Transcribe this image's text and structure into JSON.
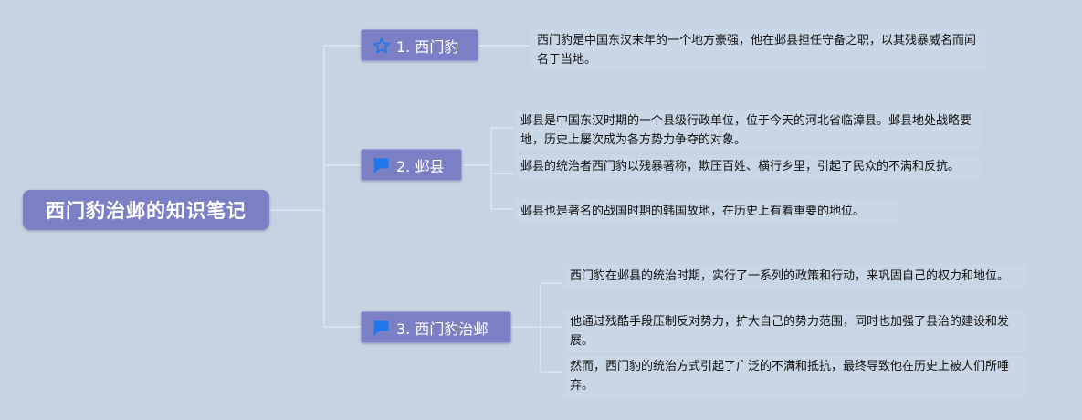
{
  "colors": {
    "background": "#c5d3e2",
    "node_fill": "#7b7fc4",
    "connector": "#dfe7ef",
    "icon_blue": "#1f77e8"
  },
  "root": {
    "label": "西门豹治邺的知识笔记"
  },
  "branches": [
    {
      "label": "1. 西门豹",
      "icon": "star-outline-icon",
      "notes": [
        "西门豹是中国东汉末年的一个地方豪强，他在邺县担任守备之职，以其残暴威名而闻名于当地。"
      ]
    },
    {
      "label": "2. 邺县",
      "icon": "flag-icon",
      "notes": [
        "邺县是中国东汉时期的一个县级行政单位，位于今天的河北省临漳县。邺县地处战略要地，历史上屡次成为各方势力争夺的对象。",
        "邺县的统治者西门豹以残暴著称，欺压百姓、横行乡里，引起了民众的不满和反抗。",
        "邺县也是著名的战国时期的韩国故地，在历史上有着重要的地位。"
      ]
    },
    {
      "label": "3. 西门豹治邺",
      "icon": "flag-icon",
      "notes": [
        "西门豹在邺县的统治时期，实行了一系列的政策和行动，来巩固自己的权力和地位。",
        "他通过残酷手段压制反对势力，扩大自己的势力范围，同时也加强了县治的建设和发展。",
        "然而，西门豹的统治方式引起了广泛的不满和抵抗，最终导致他在历史上被人们所唾弃。"
      ]
    }
  ]
}
